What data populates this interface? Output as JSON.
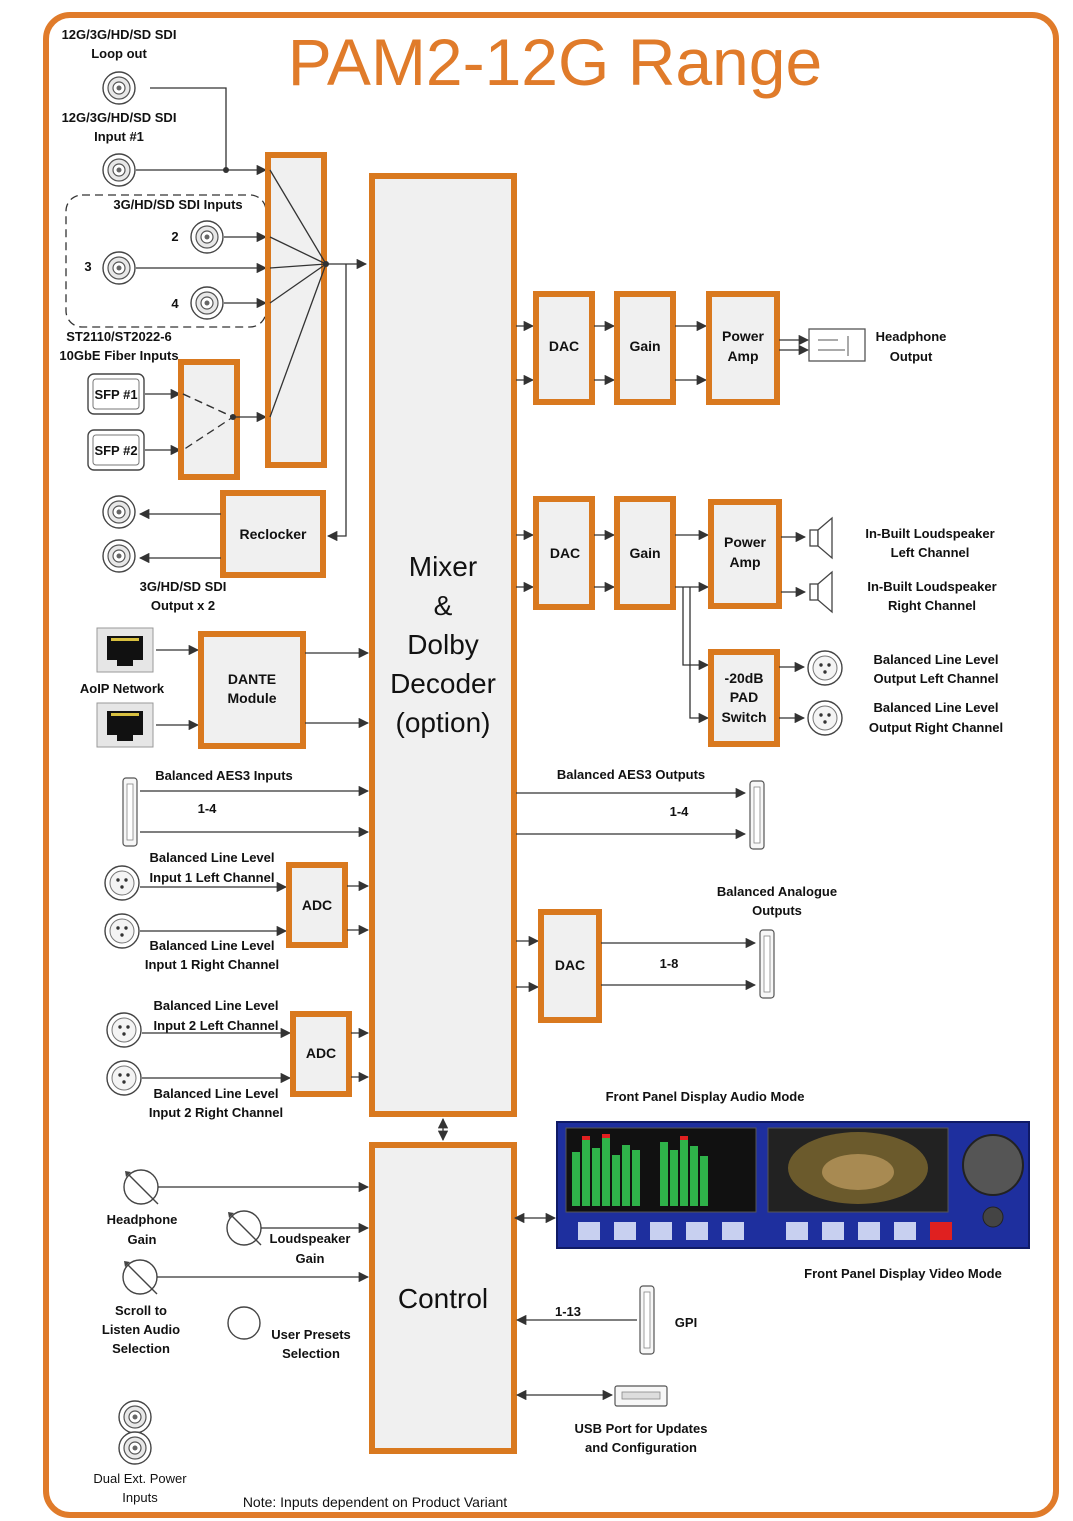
{
  "title": "PAM2-12G Range",
  "colors": {
    "accent": "#e07b2a",
    "block_border": "#d9791f",
    "block_fill": "#f0f0f0",
    "panel_blue": "#1e2f9e",
    "led_green": "#2fb24a",
    "led_red": "#e02020"
  },
  "inputs": {
    "sdi_loop_out": [
      "12G/3G/HD/SD SDI",
      "Loop out"
    ],
    "sdi_input1": [
      "12G/3G/HD/SD SDI",
      "Input #1"
    ],
    "sdi_group": "3G/HD/SD SDI Inputs",
    "sdi_nums": [
      "2",
      "3",
      "4"
    ],
    "fiber": [
      "ST2110/ST2022-6",
      "10GbE Fiber Inputs"
    ],
    "sfp1": "SFP #1",
    "sfp2": "SFP #2",
    "sdi_out": [
      "3G/HD/SD SDI",
      "Output x 2"
    ],
    "aoip": "AoIP Network",
    "aes3_in": "Balanced AES3 Inputs",
    "aes3_in_range": "1-4",
    "line1_left": [
      "Balanced Line Level",
      "Input 1 Left Channel"
    ],
    "line1_right": [
      "Balanced Line Level",
      "Input 1 Right Channel"
    ],
    "line2_left": [
      "Balanced Line Level",
      "Input 2 Left Channel"
    ],
    "line2_right": [
      "Balanced Line Level",
      "Input 2 Right Channel"
    ],
    "hp_gain": [
      "Headphone",
      "Gain"
    ],
    "ls_gain": [
      "Loudspeaker",
      "Gain"
    ],
    "scroll": [
      "Scroll to",
      "Listen Audio",
      "Selection"
    ],
    "presets": [
      "User Presets",
      "Selection"
    ],
    "power": [
      "Dual Ext. Power",
      "Inputs"
    ]
  },
  "blocks": {
    "reclocker": "Reclocker",
    "dante": [
      "DANTE",
      "Module"
    ],
    "adc1": "ADC",
    "adc2": "ADC",
    "mixer": [
      "Mixer",
      "&",
      "Dolby",
      "Decoder",
      "(option)"
    ],
    "control": "Control",
    "dac1": "DAC",
    "gain1": "Gain",
    "amp1": [
      "Power",
      "Amp"
    ],
    "dac2": "DAC",
    "gain2": "Gain",
    "amp2": [
      "Power",
      "Amp"
    ],
    "pad": [
      "-20dB",
      "PAD",
      "Switch"
    ],
    "dac3": "DAC"
  },
  "outputs": {
    "headphone": [
      "Headphone",
      "Output"
    ],
    "ls_left": [
      "In-Built Loudspeaker",
      "Left Channel"
    ],
    "ls_right": [
      "In-Built Loudspeaker",
      "Right Channel"
    ],
    "line_left": [
      "Balanced Line Level",
      "Output Left Channel"
    ],
    "line_right": [
      "Balanced Line Level",
      "Output Right Channel"
    ],
    "aes3_out": "Balanced AES3 Outputs",
    "aes3_out_range": "1-4",
    "analogue": [
      "Balanced Analogue",
      "Outputs"
    ],
    "analogue_range": "1-8",
    "front_audio": "Front Panel Display Audio Mode",
    "front_video": "Front Panel Display Video Mode",
    "gpi": "GPI",
    "gpi_range": "1-13",
    "usb": [
      "USB Port for Updates",
      "and Configuration"
    ]
  },
  "note": "Note: Inputs dependent on Product Variant"
}
